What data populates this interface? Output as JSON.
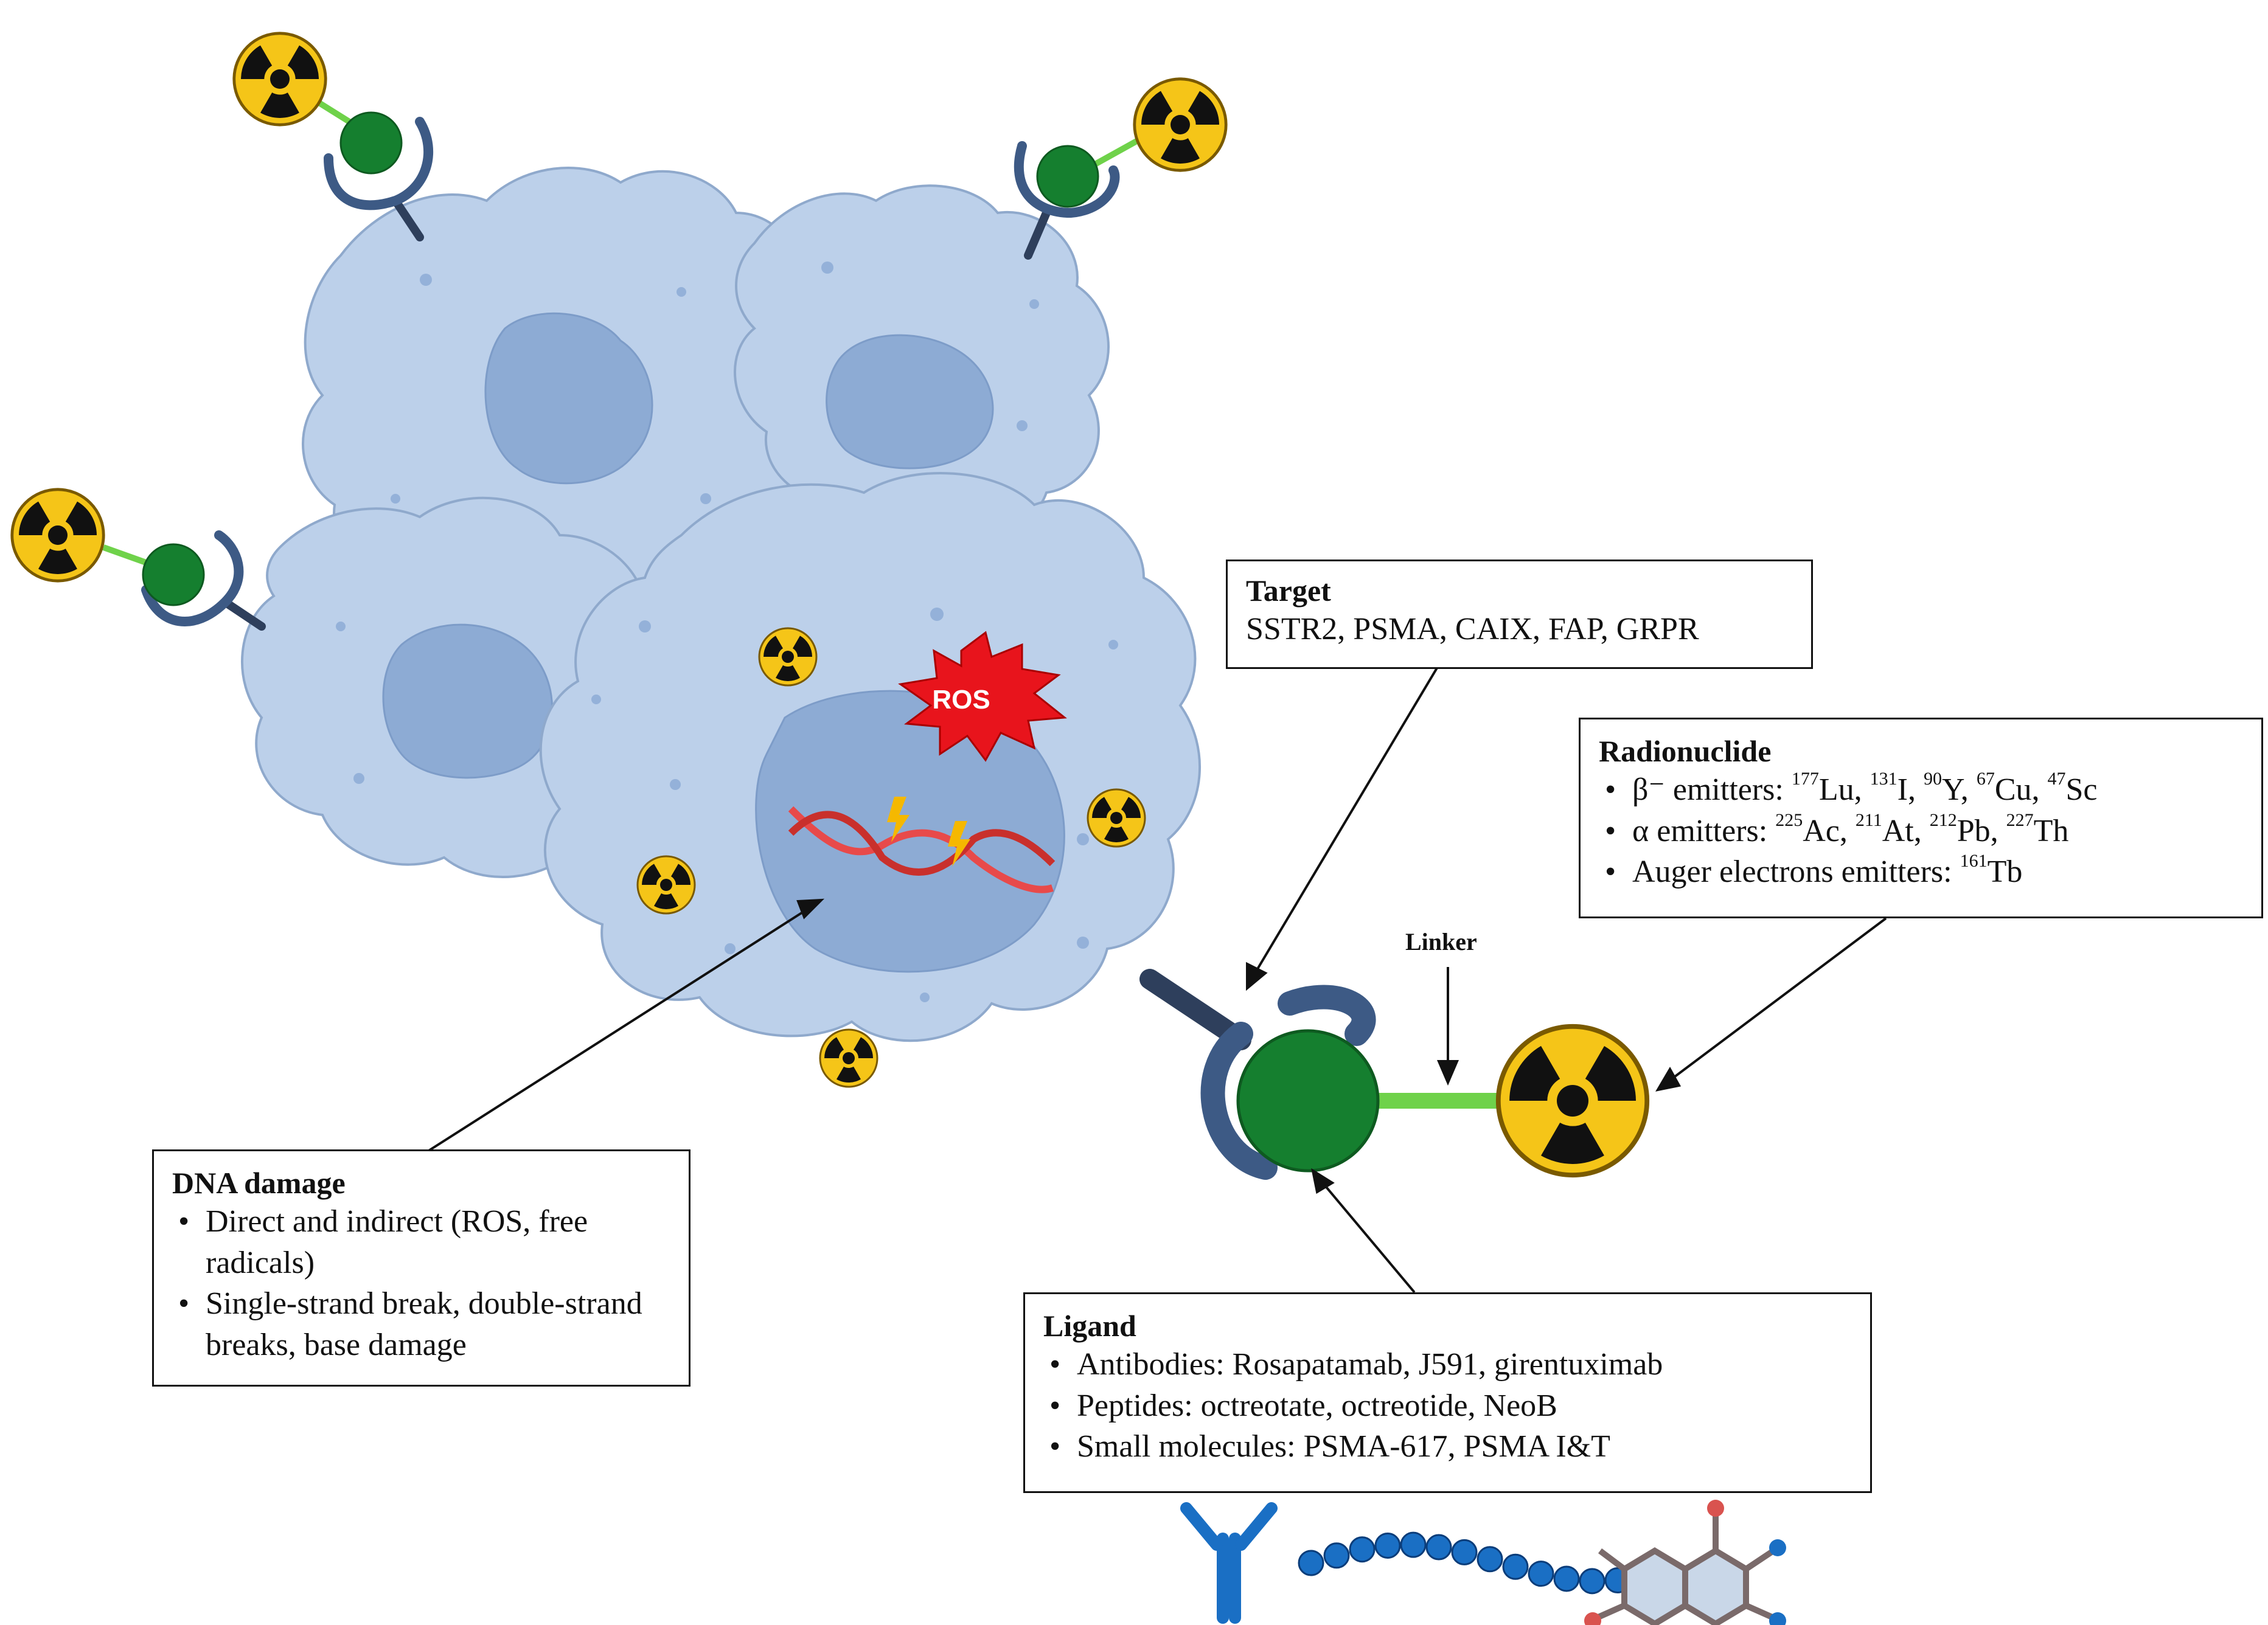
{
  "colors": {
    "cell_fill": "#bcd0ea",
    "nucleus_fill": "#8dabd4",
    "receptor": "#3d5a85",
    "ligand": "#157f2f",
    "linker": "#6fd24a",
    "radio_bg": "#f5c518",
    "ros_fill": "#e8141c",
    "dna": "#e84a4a"
  },
  "ros": {
    "label": "ROS"
  },
  "linker": {
    "label": "Linker"
  },
  "target": {
    "title": "Target",
    "text": "SSTR2, PSMA, CAIX, FAP, GRPR"
  },
  "radionuclide": {
    "title": "Radionuclide",
    "items": [
      {
        "prefix": "β⁻ emitters: ",
        "nuclides": [
          {
            "mass": "177",
            "el": "Lu"
          },
          {
            "mass": "131",
            "el": "I"
          },
          {
            "mass": "90",
            "el": "Y"
          },
          {
            "mass": "67",
            "el": "Cu"
          },
          {
            "mass": "47",
            "el": "Sc"
          }
        ]
      },
      {
        "prefix": "α emitters: ",
        "nuclides": [
          {
            "mass": "225",
            "el": "Ac"
          },
          {
            "mass": "211",
            "el": "At"
          },
          {
            "mass": "212",
            "el": "Pb"
          },
          {
            "mass": "227",
            "el": "Th"
          }
        ]
      },
      {
        "prefix": "Auger electrons emitters: ",
        "nuclides": [
          {
            "mass": "161",
            "el": "Tb"
          }
        ]
      }
    ]
  },
  "dna_damage": {
    "title": "DNA damage",
    "items": [
      "Direct and indirect (ROS, free radicals)",
      "Single-strand break, double-strand breaks, base damage"
    ]
  },
  "ligand": {
    "title": "Ligand",
    "items": [
      "Antibodies: Rosapatamab, J591, girentuximab",
      "Peptides: octreotate, octreotide, NeoB",
      "Small molecules: PSMA-617, PSMA I&T"
    ]
  },
  "icons": [
    "antibody-icon",
    "peptide-chain-icon",
    "small-molecule-icon",
    "radiation-trefoil-icon",
    "lightning-icon"
  ]
}
